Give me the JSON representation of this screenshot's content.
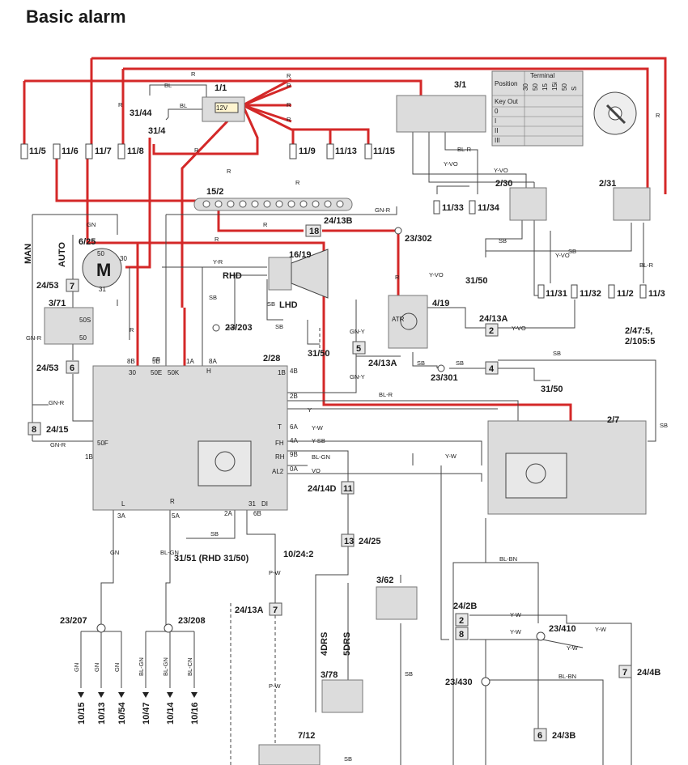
{
  "title": "Basic alarm",
  "components": {
    "c1_1": "1/1",
    "battery_v": "12V",
    "c31_44": "31/44",
    "c31_4": "31/4",
    "c3_1": "3/1",
    "c11_5": "11/5",
    "c11_6": "11/6",
    "c11_7": "11/7",
    "c11_8": "11/8",
    "c11_9": "11/9",
    "c11_13": "11/13",
    "c11_15": "11/15",
    "c15_2": "15/2",
    "c2_30": "2/30",
    "c2_31": "2/31",
    "c11_33": "11/33",
    "c11_34": "11/34",
    "c24_13b": "24/13B",
    "c18": "18",
    "c23_302": "23/302",
    "c6_25": "6/25",
    "auto": "AUTO",
    "man": "MAN",
    "motor": "M",
    "c24_53a": "24/53",
    "c7": "7",
    "c3_71": "3/71",
    "c24_53b": "24/53",
    "c6": "6",
    "c16_19": "16/19",
    "rhd": "RHD",
    "lhd": "LHD",
    "c23_203": "23/203",
    "c31_50a": "31/50",
    "c31_50b": "31/50",
    "c4_19": "4/19",
    "atr": "ATR",
    "c11_31": "11/31",
    "c11_32": "11/32",
    "c11_2": "11/2",
    "c11_3": "11/3",
    "c24_13a": "24/13A",
    "c2": "2",
    "c4": "4",
    "c5": "5",
    "c24_13a_b": "24/13A",
    "c23_301": "23/301",
    "c31_50c": "31/50",
    "c2_47": "2/47:5,",
    "c2_105": "2/105:5",
    "c2_28": "2/28",
    "c8": "8",
    "c24_15": "24/15",
    "c2_7": "2/7",
    "c24_14d": "24/14D",
    "c11": "11",
    "c13": "13",
    "c24_25": "24/25",
    "c10_24": "10/24:2",
    "c31_51": "31/51 (RHD 31/50)",
    "c3_62": "3/62",
    "c24_13a_c": "24/13A",
    "c7b": "7",
    "c24_2b": "24/2B",
    "c2b": "2",
    "c8b": "8",
    "c23_410": "23/410",
    "c24_4b": "24/4B",
    "c7c": "7",
    "c23_430": "23/430",
    "c6b": "6",
    "c24_3b": "24/3B",
    "c4drs": "4DRS",
    "c5drs": "5DRS",
    "c3_78": "3/78",
    "c7_12": "7/12",
    "c23_207": "23/207",
    "c23_208": "23/208"
  },
  "terminals": {
    "t30": "30",
    "t50": "50",
    "t31": "31",
    "t50s": "50S",
    "t8b": "8B",
    "t5b": "5B",
    "t30b": "30",
    "t50e": "50E",
    "t50k": "50K",
    "t1a": "1A",
    "t8a": "8A",
    "t1b": "1B",
    "t4b": "4B",
    "t2b": "2B",
    "t6a": "6A",
    "t4a": "4A",
    "t9b": "9B",
    "t0a": "0A",
    "t3a": "3A",
    "t5a": "5A",
    "t2a": "2A",
    "t6b": "6B",
    "t50f": "50F",
    "tT": "T",
    "tFH": "FH",
    "tRH": "RH",
    "tAL2": "AL2",
    "tDI": "DI",
    "tL": "L",
    "tR": "R",
    "tH": "H",
    "t31b": "31"
  },
  "wire_labels": {
    "r": "R",
    "bl": "BL",
    "gn": "GN",
    "gnr": "GN-R",
    "yr": "Y-R",
    "sb": "SB",
    "yvo": "Y-VO",
    "blr": "BL-R",
    "gny": "GN-Y",
    "yw": "Y-W",
    "ysb": "Y-SB",
    "blgn": "BL-GN",
    "vo": "VO",
    "y": "Y",
    "blbn": "BL-BN",
    "pw": "P-W",
    "bln": "BL-GN",
    "blcn": "BL-CN"
  },
  "ignition_table": {
    "header": "Terminal",
    "cols": [
      "30",
      "50",
      "15",
      "15i",
      "50",
      "S"
    ],
    "rows": [
      "Position",
      "Key Out",
      "0",
      "I",
      "II",
      "III"
    ]
  },
  "bottom_outputs": [
    "10/15",
    "10/13",
    "10/54",
    "10/47",
    "10/14",
    "10/16"
  ],
  "bottom_wires": [
    "GN",
    "GN",
    "GN",
    "BL-GN",
    "BL-GN",
    "BL-CN"
  ],
  "colors": {
    "power": "#d42828",
    "wire": "#444444",
    "box": "#dcdcdc"
  }
}
